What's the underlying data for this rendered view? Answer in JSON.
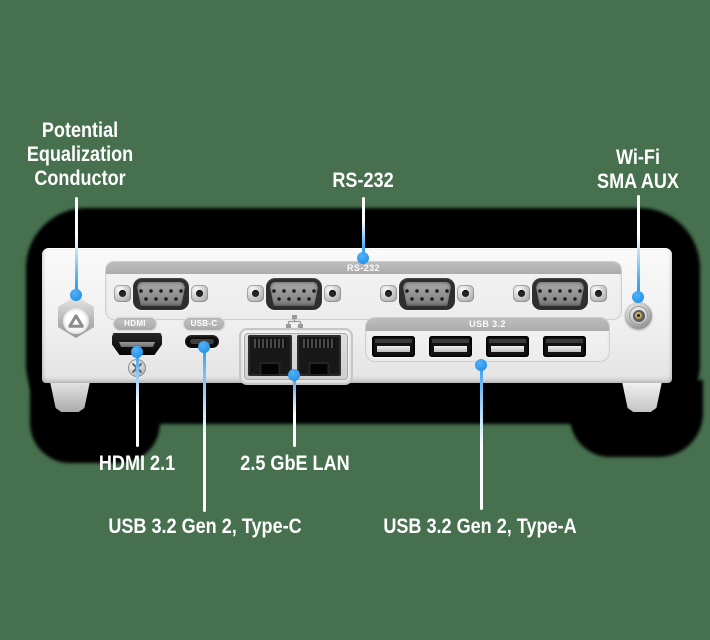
{
  "colors": {
    "background": "#47704f",
    "shadow": "#000000",
    "callout_accent": "#2e9df1",
    "label_text": "#ffffff",
    "panel_header_gray": "#b3b3b3"
  },
  "callouts": {
    "potential_equalization": {
      "lines": [
        "Potential",
        "Equalization",
        "Conductor"
      ]
    },
    "rs232": {
      "label": "RS-232"
    },
    "wifi_sma": {
      "lines": [
        "Wi-Fi",
        "SMA AUX"
      ]
    },
    "hdmi": {
      "label": "HDMI 2.1"
    },
    "lan": {
      "label": "2.5 GbE LAN"
    },
    "usb_type_c": {
      "label": "USB 3.2 Gen 2, Type-C"
    },
    "usb_type_a": {
      "label": "USB 3.2 Gen 2, Type-A"
    }
  },
  "device_labels": {
    "rs232_strip": "RS-232",
    "usb_strip": "USB 3.2",
    "hdmi_port": "HDMI",
    "usbc_port": "USB-C"
  }
}
